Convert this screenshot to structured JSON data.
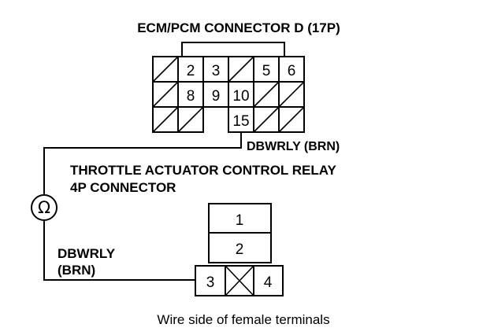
{
  "title": "ECM/PCM CONNECTOR D (17P)",
  "ecm_connector": {
    "row1": [
      "",
      "2",
      "3",
      "",
      "5",
      "6"
    ],
    "row2": [
      "",
      "8",
      "9",
      "10",
      "",
      ""
    ],
    "row3": [
      "",
      "",
      "",
      "15",
      "",
      ""
    ]
  },
  "wire_top_label": "DBWRLY (BRN)",
  "relay_title_line1": "THROTTLE ACTUATOR CONTROL RELAY",
  "relay_title_line2": "4P CONNECTOR",
  "ohmmeter_symbol": "Ω",
  "relay_connector": {
    "pin1": "1",
    "pin2": "2",
    "pin3": "3",
    "pin4": "4"
  },
  "wire_bottom_label_line1": "DBWRLY",
  "wire_bottom_label_line2": "(BRN)",
  "caption": "Wire side of female terminals"
}
